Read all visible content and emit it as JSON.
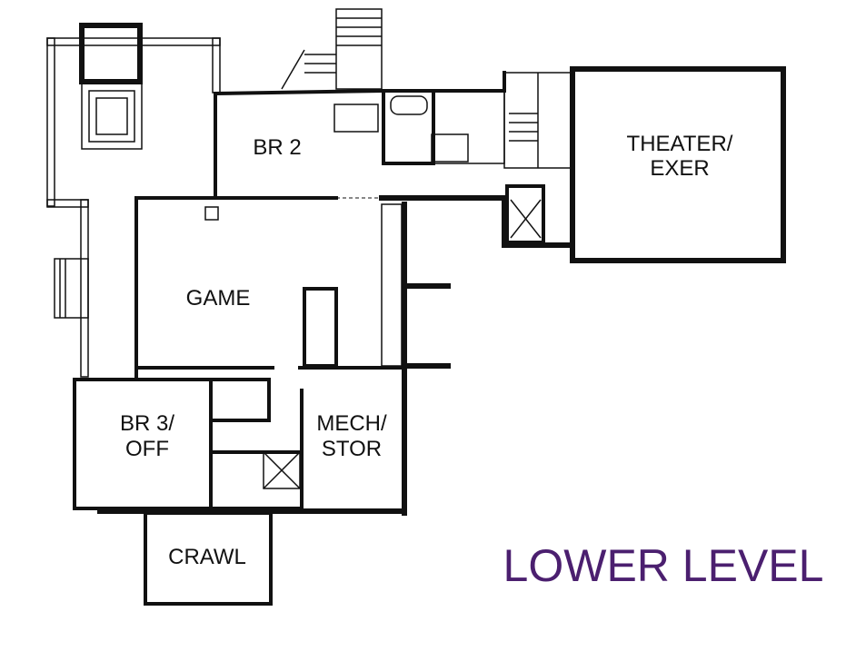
{
  "title": "LOWER LEVEL",
  "title_color": "#4b1f6f",
  "rooms": {
    "br2": "BR 2",
    "game": "GAME",
    "theater_line1": "THEATER/",
    "theater_line2": "EXER",
    "br3_line1": "BR 3/",
    "br3_line2": "OFF",
    "mech_line1": "MECH/",
    "mech_line2": "STOR",
    "crawl": "CRAWL"
  }
}
